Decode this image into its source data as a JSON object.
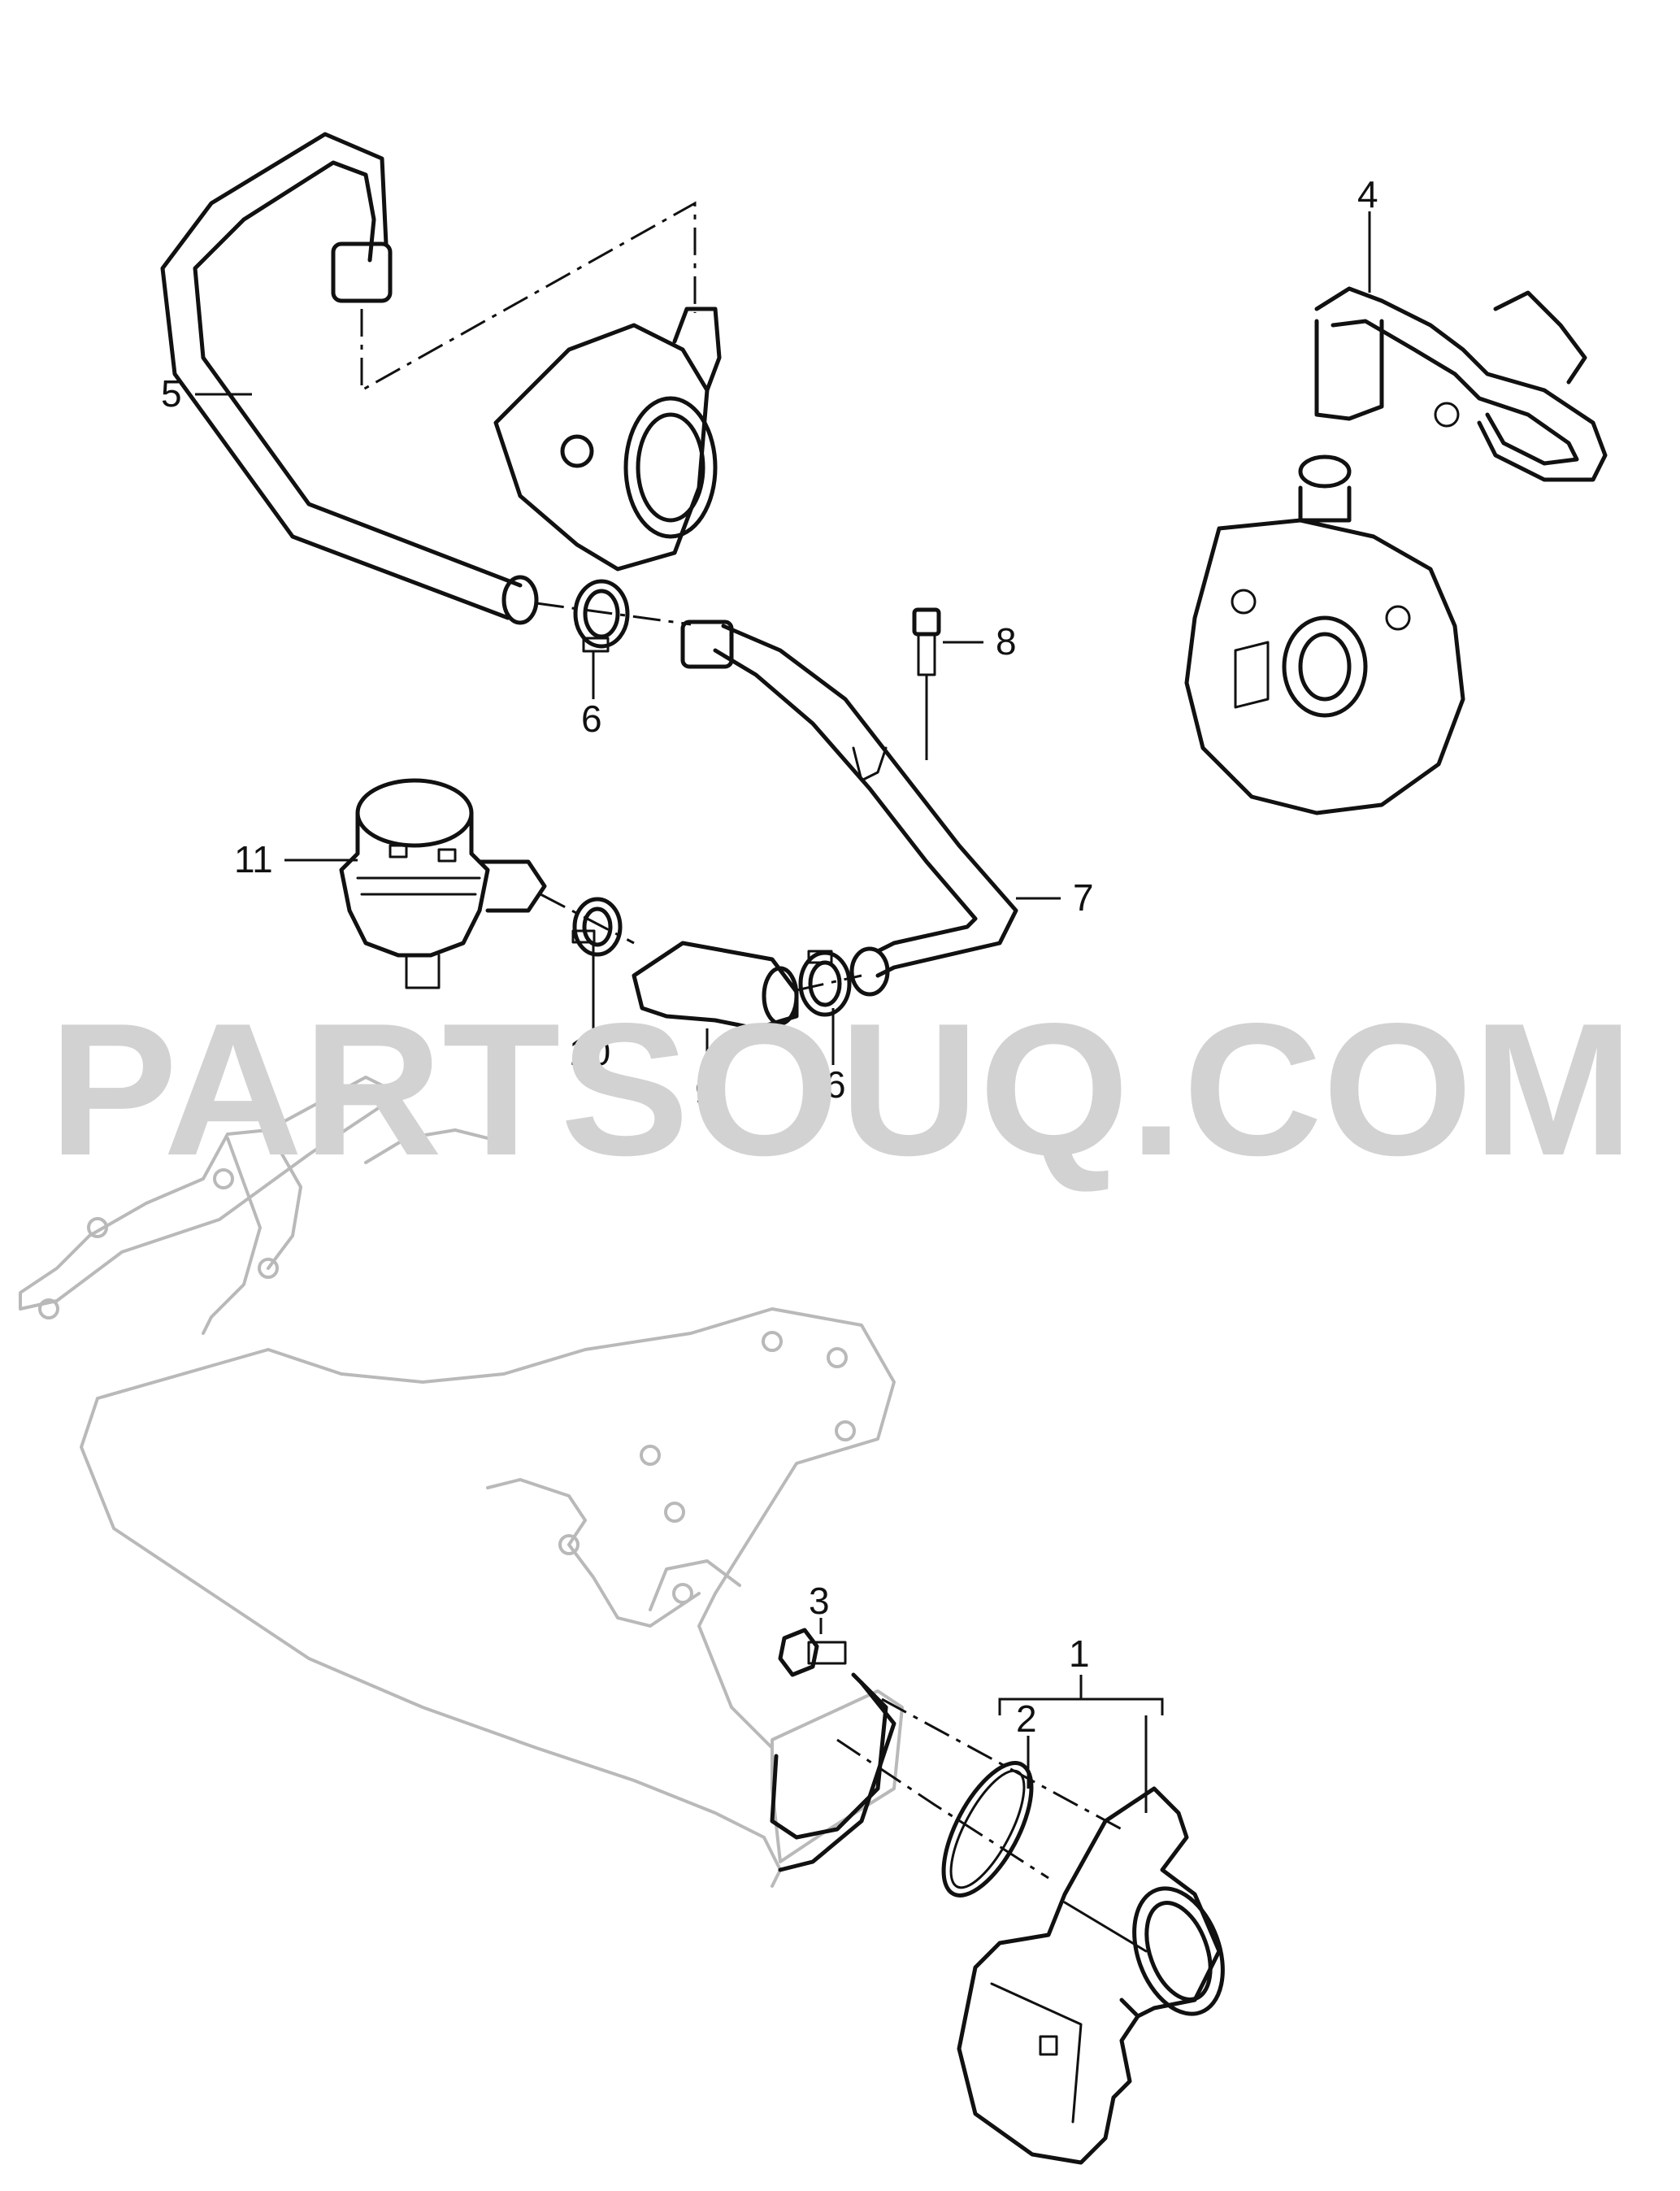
{
  "watermark": "PARTSOUQ.COM",
  "callouts": {
    "c1": "1",
    "c2": "2",
    "c3": "3",
    "c4": "4",
    "c5": "5",
    "c6a": "6",
    "c6b": "6",
    "c7": "7",
    "c8": "8",
    "c9": "9",
    "c10": "10",
    "c11": "11"
  },
  "colors": {
    "line": "#111111",
    "ghost": "#b9b9b9",
    "watermark": "#d2d2d2"
  }
}
